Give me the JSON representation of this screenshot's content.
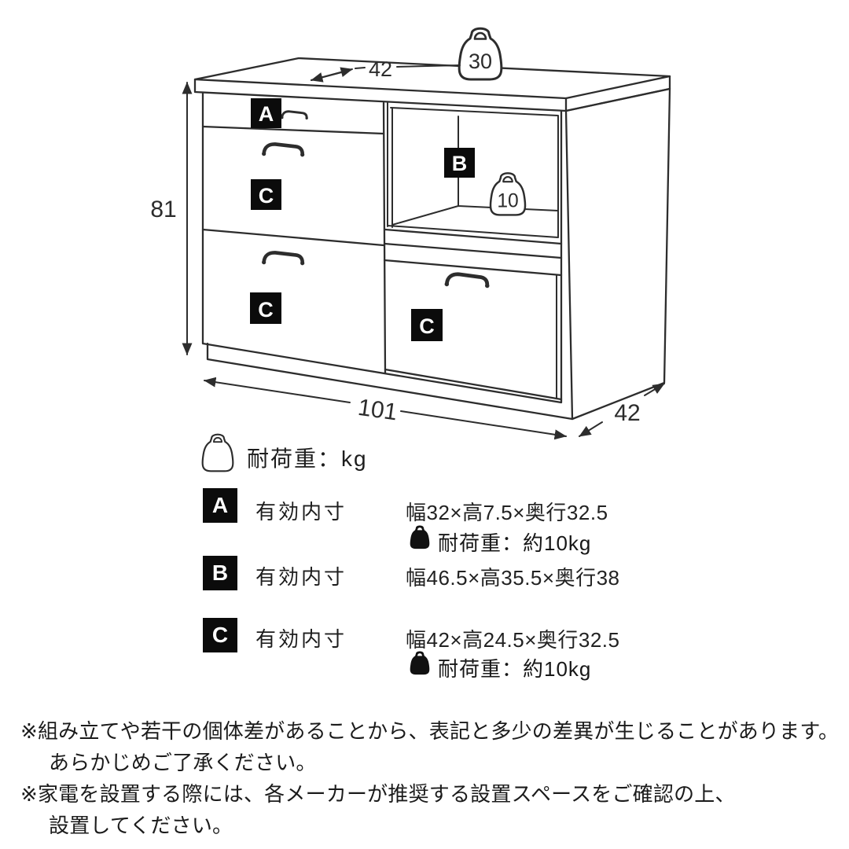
{
  "diagram": {
    "height_label": "81",
    "top_depth_label": "42",
    "width_label": "101",
    "side_depth_label": "42",
    "top_load_label": "30",
    "niche_load_label": "10",
    "badges": {
      "a": "A",
      "b": "B",
      "c1": "C",
      "c2": "C",
      "c3": "C"
    }
  },
  "legend": {
    "unit_note": "耐荷重：kg",
    "rows": [
      {
        "badge": "A",
        "label": "有効内寸",
        "size": "幅32×高7.5×奥行32.5",
        "load": "耐荷重：約10kg"
      },
      {
        "badge": "B",
        "label": "有効内寸",
        "size": "幅46.5×高35.5×奥行38",
        "load": ""
      },
      {
        "badge": "C",
        "label": "有効内寸",
        "size": "幅42×高24.5×奥行32.5",
        "load": "耐荷重：約10kg"
      }
    ]
  },
  "footnotes": [
    "※組み立てや若干の個体差があることから、表記と多少の差異が生じることがあります。",
    "あらかじめご了承ください。",
    "※家電を設置する際には、各メーカーが推奨する設置スペースをご確認の上、",
    "設置してください。"
  ],
  "colors": {
    "ink": "#2d2d2d",
    "background": "#ffffff",
    "badge_bg": "#0b0b0b",
    "badge_fg": "#ffffff"
  }
}
